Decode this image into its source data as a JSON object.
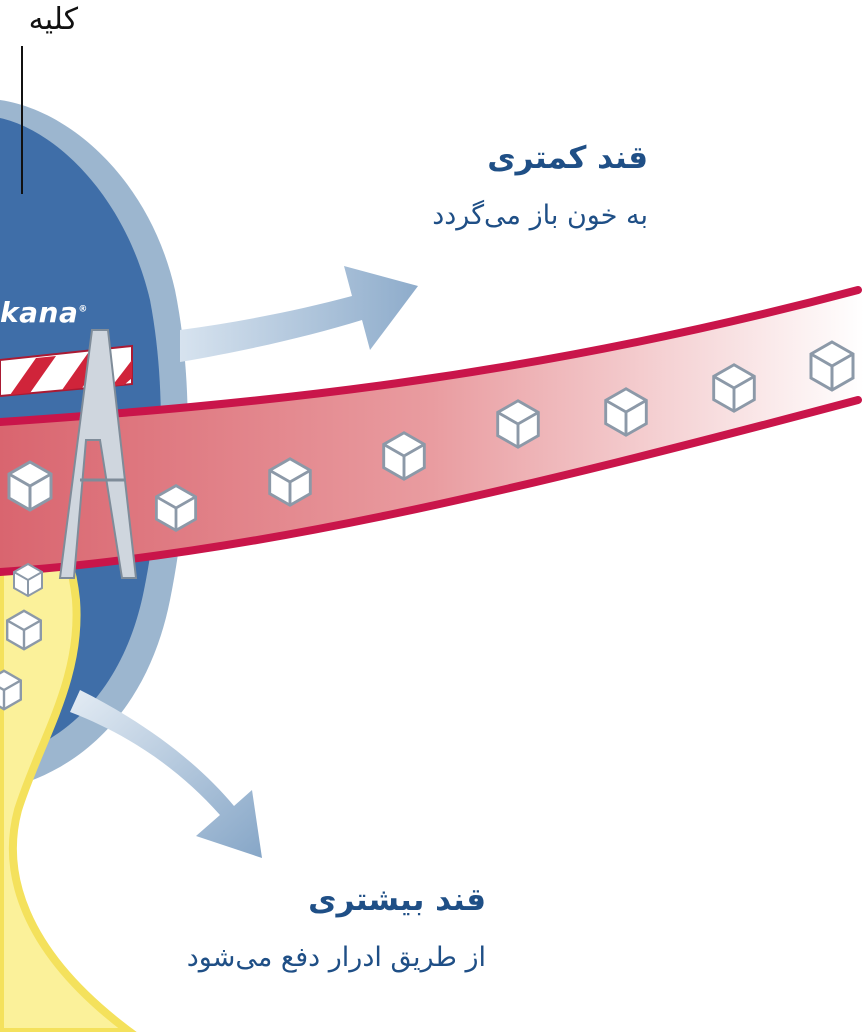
{
  "labels": {
    "kidney": "کلیه",
    "less_sugar_title": "قند کمتری",
    "less_sugar_sub": "به خون باز می‌گردد",
    "more_sugar_title": "قند بیشتری",
    "more_sugar_sub": "از طریق ادرار دفع می‌شود"
  },
  "brand": {
    "text": "kana",
    "mark": "®"
  },
  "colors": {
    "kidney_outer": "#9cb6cf",
    "kidney_inner": "#3f6ea8",
    "urine": "#fbf19a",
    "urine_edge": "#f4e15c",
    "vessel_edge": "#c9154a",
    "vessel_fill": "#e8878d",
    "arrow": "#8eaccb",
    "text_blue": "#1f4f86",
    "barrier_red": "#d0243a",
    "barrier_white": "#ffffff",
    "barrier_post": "#cfd6de"
  },
  "icons": [
    "sugar-cube-icon",
    "road-barrier-icon",
    "arrow-up-right-icon",
    "arrow-down-right-icon"
  ]
}
